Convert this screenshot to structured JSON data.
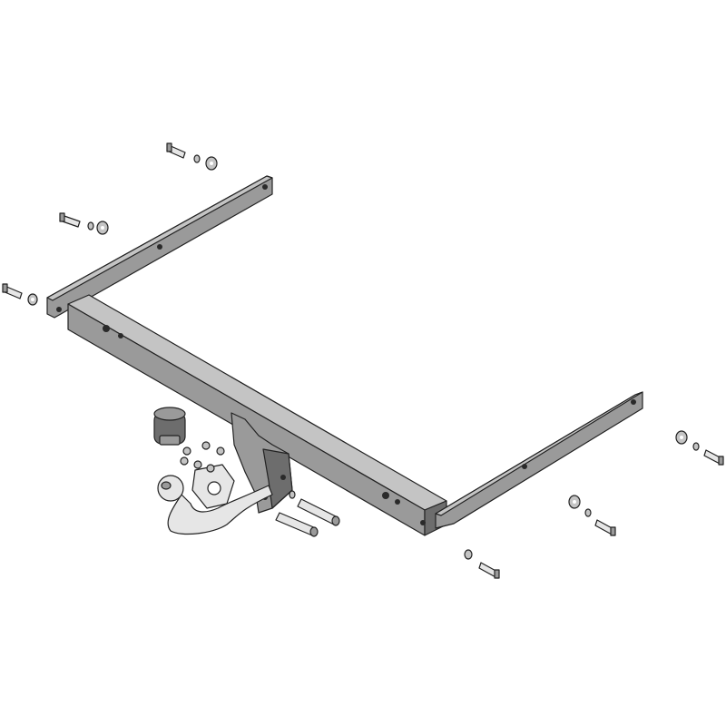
{
  "colors": {
    "background": "#ffffff",
    "steel_dark": "#6d6d6d",
    "steel_mid": "#9a9a9a",
    "steel_light": "#c4c4c4",
    "outline": "#222222"
  },
  "icons": [
    "tow-bar-frame",
    "tow-ball",
    "electrical-socket",
    "bolt",
    "washer",
    "nut"
  ]
}
